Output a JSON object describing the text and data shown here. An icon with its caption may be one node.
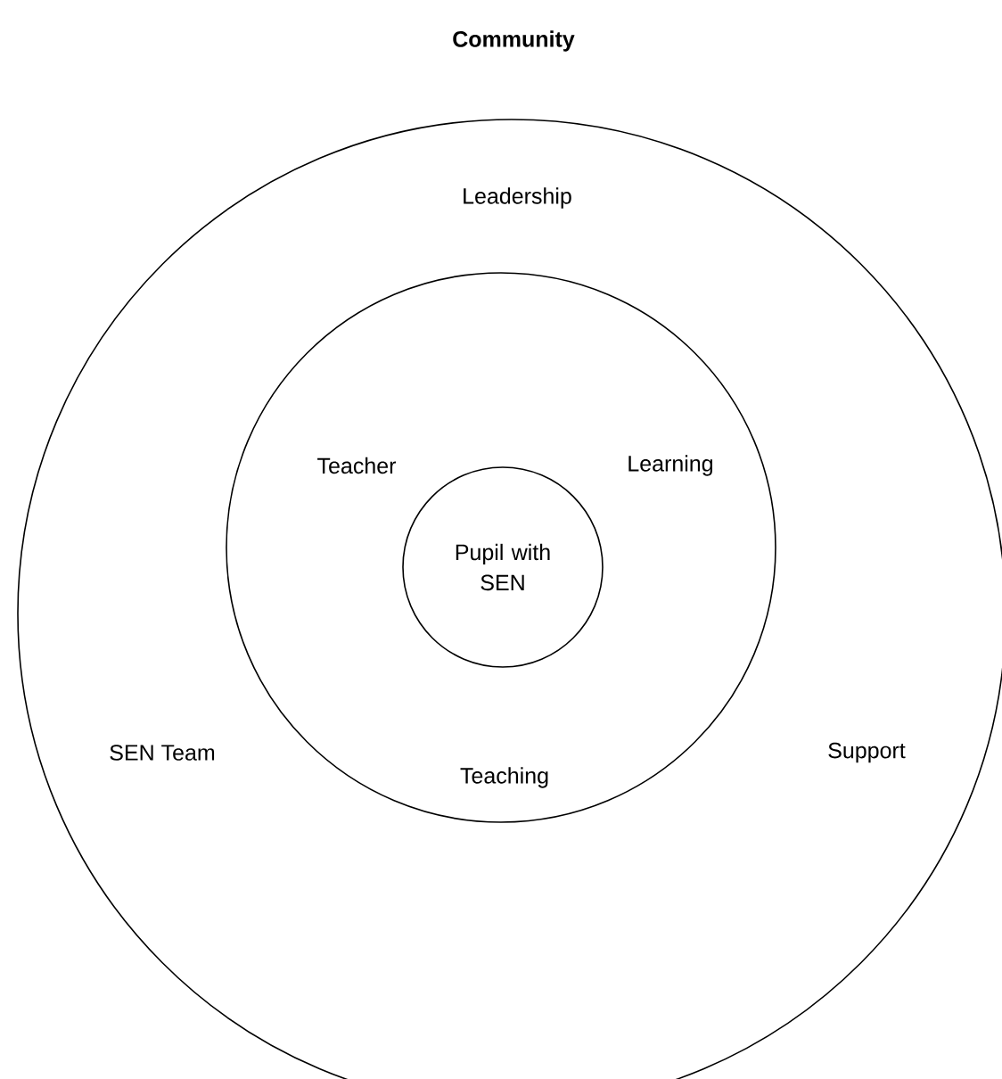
{
  "diagram": {
    "nodes": [
      {
        "text": [
          "Community",
          "Leadership",
          "SEN Team",
          "Support"
        ]
      },
      {
        "text": [
          "Teacher",
          "Learning",
          "Teaching"
        ],
        "in": 0
      },
      {
        "text": [
          "Pupil with SEN"
        ],
        "in": 1
      }
    ]
  }
}
